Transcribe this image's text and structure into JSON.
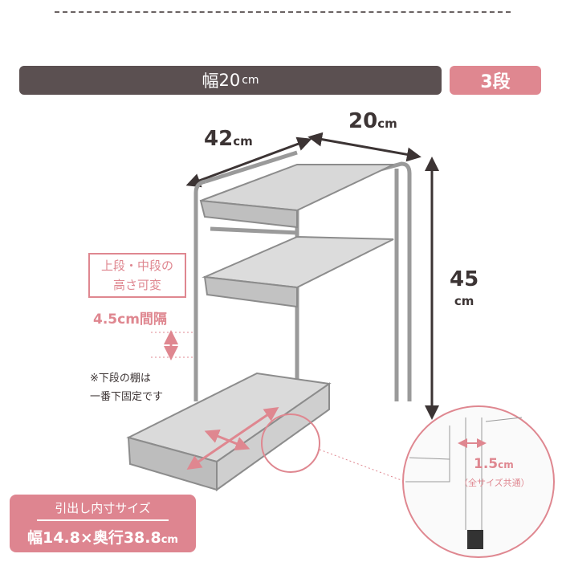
{
  "header": {
    "width_label": "幅",
    "width_value": "20",
    "width_unit": "cm",
    "tiers": "3段"
  },
  "dimensions": {
    "depth_value": "42",
    "depth_unit": "cm",
    "width_value": "20",
    "width_unit": "cm",
    "height_value": "45",
    "height_unit": "cm"
  },
  "callouts": {
    "adjustable_line1": "上段・中段の",
    "adjustable_line2": "高さ可変",
    "interval": "4.5cm間隔",
    "note_line1": "※下段の棚は",
    "note_line2": "一番下固定です"
  },
  "inner_size": {
    "title": "引出し内寸サイズ",
    "value": "幅14.8×奥行38.8",
    "unit": "cm"
  },
  "zoom_detail": {
    "value": "1.5",
    "unit": "cm",
    "note": "（全サイズ共通）"
  },
  "colors": {
    "accent": "#df8790",
    "dark": "#5b5051"
  }
}
